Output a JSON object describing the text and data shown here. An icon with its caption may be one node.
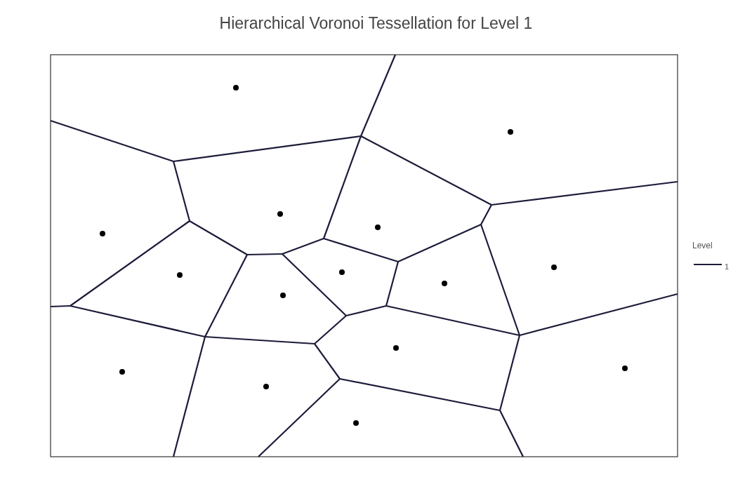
{
  "diagram": {
    "title": "Hierarchical Voronoi Tessellation for Level 1",
    "labels": [
      "Level"
    ],
    "legend": [
      {
        "text": "1"
      }
    ]
  }
}
